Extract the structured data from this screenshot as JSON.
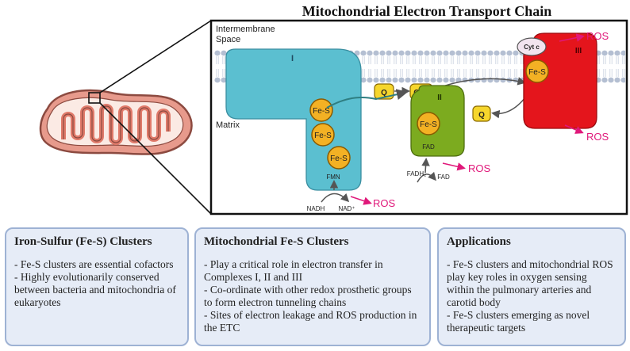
{
  "title": "Mitochondrial Electron Transport Chain",
  "labels": {
    "intermembrane_line1": "Intermembrane",
    "intermembrane_line2": "Space",
    "matrix": "Matrix",
    "complex_1": "I",
    "complex_2": "II",
    "complex_3": "III",
    "fes": "Fe-S",
    "fmn": "FMN",
    "fad_in": "FAD",
    "fadh2": "FADH₂",
    "fad_out": "FAD",
    "nadh": "NADH",
    "nad": "NAD⁺",
    "q": "Q",
    "qh2": "QH₂",
    "cytc": "Cyt c",
    "ros": "ROS"
  },
  "colors": {
    "complex_1": "#5bbfd0",
    "complex_2": "#7cab1f",
    "complex_3": "#e4151c",
    "fes_fill": "#f3b124",
    "q_fill": "#f6d62c",
    "ros": "#e0187a",
    "membrane": "#b8c3d6",
    "box_fill": "#e6ecf7",
    "box_border": "#9eb2d4"
  },
  "boxes": [
    {
      "title": "Iron-Sulfur (Fe-S) Clusters",
      "items": [
        "- Fe-S clusters are essential cofactors",
        "- Highly evolutionarily conserved between bacteria and mitochondria of eukaryotes"
      ]
    },
    {
      "title": "Mitochondrial Fe-S Clusters",
      "items": [
        "- Play a critical role in electron transfer in Complexes I, II and III",
        "- Co-ordinate with other redox prosthetic groups to form electron tunneling chains",
        "- Sites of electron leakage and ROS production in the ETC"
      ]
    },
    {
      "title": "Applications",
      "items": [
        "- Fe-S clusters and mitochondrial ROS play key roles in oxygen sensing within the pulmonary arteries and carotid body",
        "- Fe-S clusters emerging as novel therapeutic targets"
      ]
    }
  ]
}
